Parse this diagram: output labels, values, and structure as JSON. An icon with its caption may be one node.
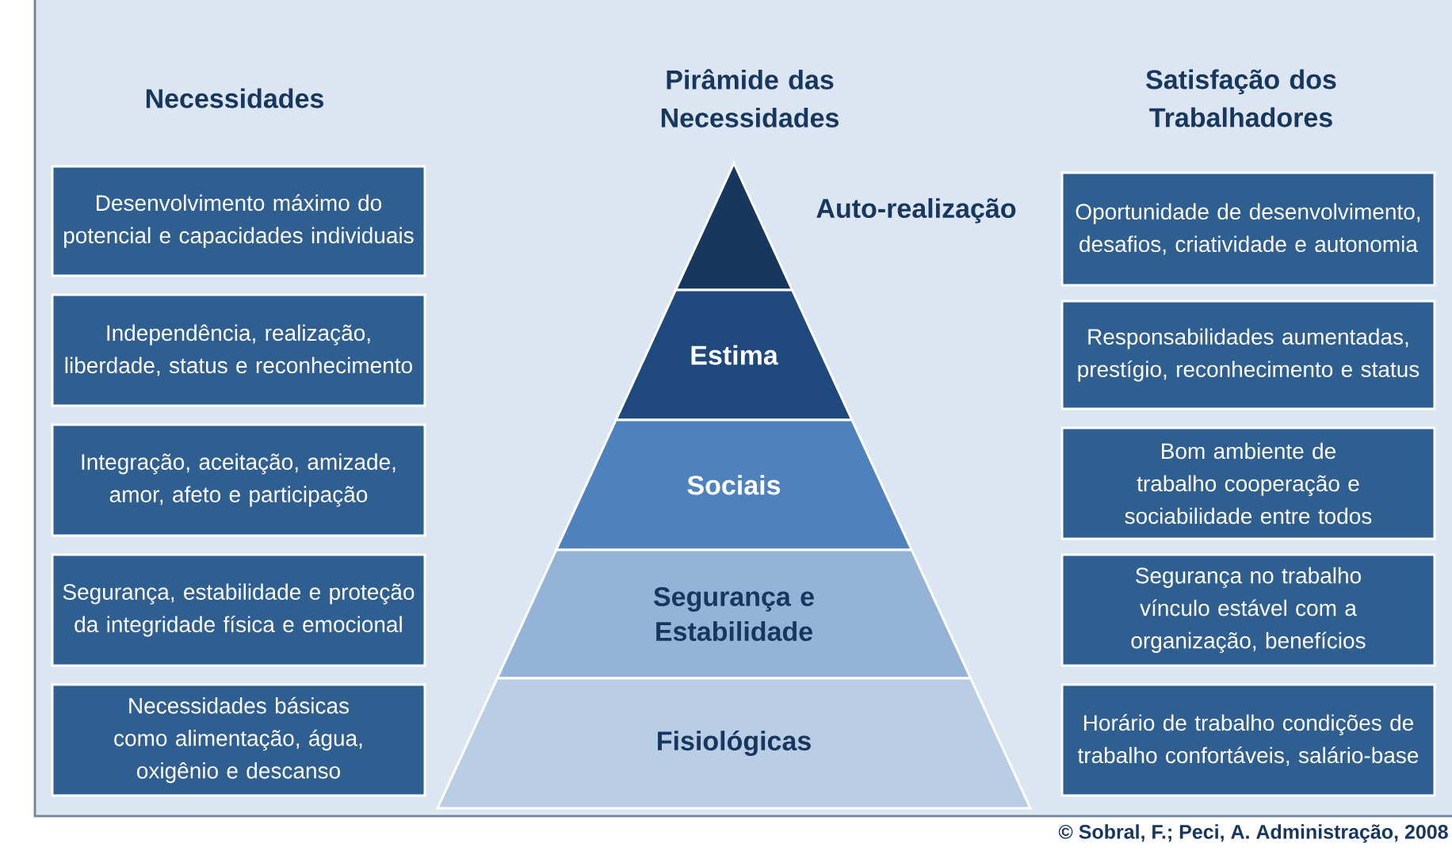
{
  "diagram": {
    "caption": "© Sobral, F.; Peci, A. Administração, 2008",
    "nodes": [
      {
        "text": [
          "Desenvolvimento máximo do potencial e capacidades individuais"
        ]
      },
      {
        "text": [
          "Independência, realização, liberdade, status e reconhecimento"
        ]
      },
      {
        "text": [
          "Integração, aceitação, amizade, amor, afeto e participação"
        ]
      },
      {
        "text": [
          "Segurança, estabilidade e proteção da integridade física e emocional"
        ]
      },
      {
        "text": [
          "Necessidades básicas como alimentação, água, oxigênio e descanso"
        ]
      },
      {
        "text": [
          "Auto-realização"
        ]
      },
      {
        "text": [
          "Estima"
        ]
      },
      {
        "text": [
          "Sociais"
        ]
      },
      {
        "text": [
          "Segurança e Estabilidade"
        ]
      },
      {
        "text": [
          "Fisiológicas"
        ]
      },
      {
        "text": [
          "Oportunidade de desenvolvimento,  desafios, criatividade e autonomia"
        ]
      },
      {
        "text": [
          "Responsabilidades aumentadas, prestígio, reconhecimento e status"
        ]
      },
      {
        "text": [
          "Bom ambiente de trabalho cooperação e sociabilidade entre todos"
        ]
      },
      {
        "text": [
          "Segurança no trabalho vínculo estável com a organização, benefícios"
        ]
      },
      {
        "text": [
          "Horário de trabalho condições de trabalho confortáveis, salário-base"
        ]
      }
    ],
    "labels": [
      "Necessidades",
      "Pirâmide das Necessidades",
      "Satisfação dos Trabalhadores"
    ]
  }
}
